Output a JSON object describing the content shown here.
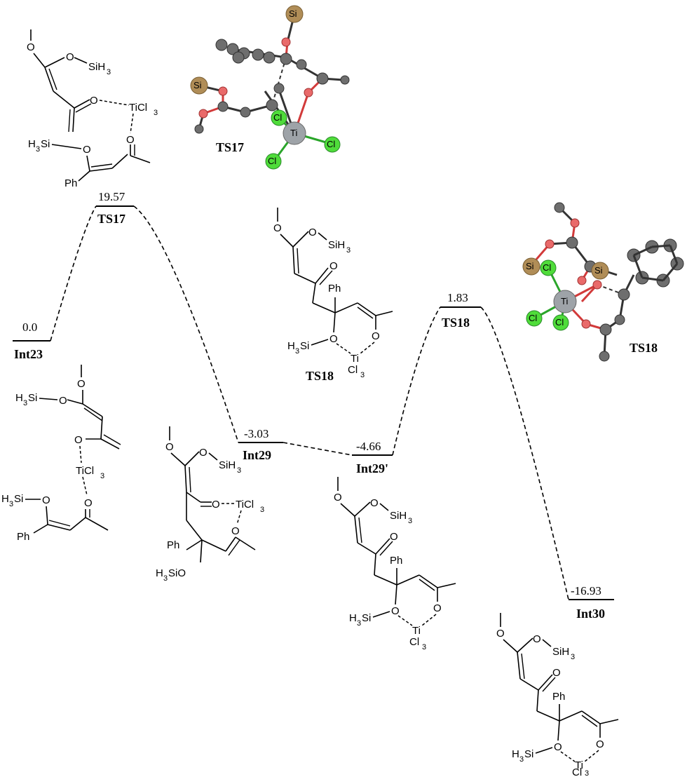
{
  "colors": {
    "carbon": "#6e6e6e",
    "oxygen": "#e96a6a",
    "silicon": "#b08d57",
    "chlorine": "#4fdc3a",
    "titanium": "#9ea3a8"
  },
  "levels": [
    {
      "id": "int23",
      "name": "Int23",
      "energy": "0.0"
    },
    {
      "id": "ts17",
      "name": "TS17",
      "energy": "19.57"
    },
    {
      "id": "int29",
      "name": "Int29",
      "energy": "-3.03"
    },
    {
      "id": "int29p",
      "name": "Int29'",
      "energy": "-4.66"
    },
    {
      "id": "ts18",
      "name": "TS18",
      "energy": "1.83"
    },
    {
      "id": "int30",
      "name": "Int30",
      "energy": "-16.93"
    }
  ],
  "structure_labels": {
    "ts17_3d": "TS17",
    "ts18_3d": "TS18",
    "ts18_2d": "TS18"
  },
  "atoms": {
    "si": "Si",
    "ti": "Ti",
    "cl": "Cl",
    "o": "O",
    "ph": "Ph",
    "sih3": "SiH",
    "h3si": "H",
    "ticl3": "TiCl",
    "sub3": "3",
    "h3sio": "SiO"
  }
}
